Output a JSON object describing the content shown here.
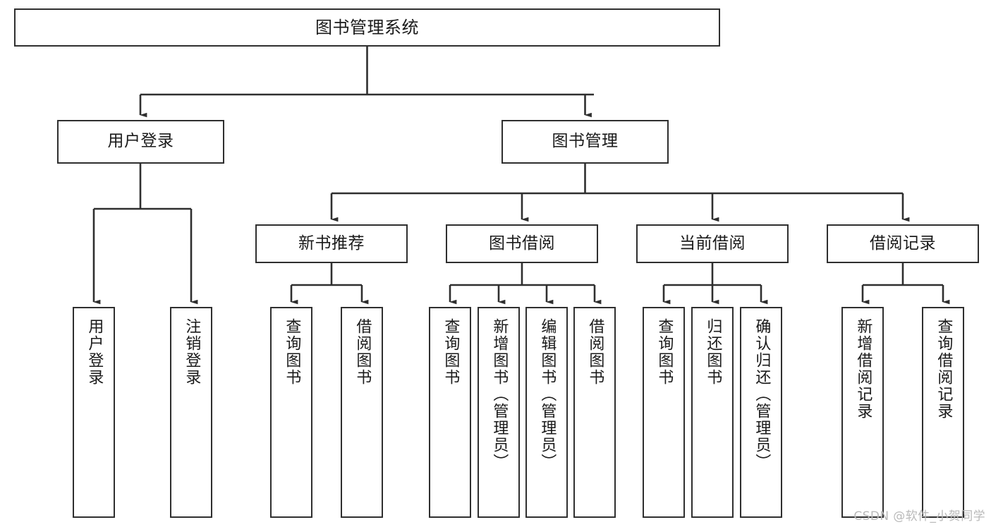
{
  "diagram": {
    "title": "图书管理系统",
    "type": "tree-hierarchy",
    "watermark": "CSDN @软件_小贺同学",
    "colors": {
      "background": "#ffffff",
      "box_border": "#2f2f2f",
      "box_fill": "#ffffff",
      "text": "#1a1a1a",
      "edge": "#2f2f2f",
      "watermark": "#b9b9b9"
    },
    "nodes": {
      "root": {
        "label": "图书管理系统"
      },
      "level2": [
        {
          "key": "user_login",
          "label": "用户登录"
        },
        {
          "key": "book_manage",
          "label": "图书管理"
        }
      ],
      "level3": [
        {
          "key": "new_book_rec",
          "label": "新书推荐"
        },
        {
          "key": "book_borrow",
          "label": "图书借阅"
        },
        {
          "key": "current_borrow",
          "label": "当前借阅"
        },
        {
          "key": "borrow_record",
          "label": "借阅记录"
        }
      ],
      "leaves": {
        "user_login": [
          {
            "key": "leaf_user_login",
            "label": "用户登录"
          },
          {
            "key": "leaf_user_logout",
            "label": "注销登录"
          }
        ],
        "new_book_rec": [
          {
            "key": "leaf_query_book_1",
            "label": "查询图书"
          },
          {
            "key": "leaf_borrow_book_1",
            "label": "借阅图书"
          }
        ],
        "book_borrow": [
          {
            "key": "leaf_query_book_2",
            "label": "查询图书"
          },
          {
            "key": "leaf_add_book",
            "label": "新增图书（管理员）"
          },
          {
            "key": "leaf_edit_book",
            "label": "编辑图书（管理员）"
          },
          {
            "key": "leaf_borrow_book_2",
            "label": "借阅图书"
          }
        ],
        "current_borrow": [
          {
            "key": "leaf_query_book_3",
            "label": "查询图书"
          },
          {
            "key": "leaf_return_book",
            "label": "归还图书"
          },
          {
            "key": "leaf_confirm_return",
            "label": "确认归还（管理员）"
          }
        ],
        "borrow_record": [
          {
            "key": "leaf_add_record",
            "label": "新增借阅记录"
          },
          {
            "key": "leaf_query_record",
            "label": "查询借阅记录"
          }
        ]
      }
    }
  }
}
